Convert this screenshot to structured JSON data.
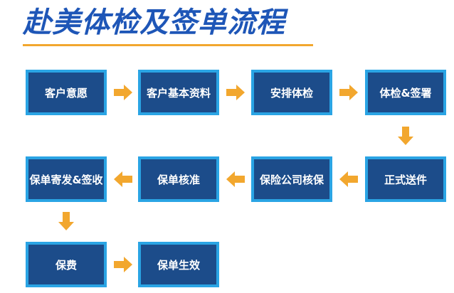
{
  "title": "赴美体检及签单流程",
  "colors": {
    "title": "#1e56b7",
    "accent": "#f2a72e",
    "box_fill": "#1c4c8a",
    "box_border": "#2aa4e4"
  },
  "steps": [
    {
      "label": "客户意愿"
    },
    {
      "label": "客户基本资料"
    },
    {
      "label": "安排体检"
    },
    {
      "label": "体检&签署"
    },
    {
      "label": "正式送件"
    },
    {
      "label": "保险公司核保"
    },
    {
      "label": "保单核准"
    },
    {
      "label": "保单寄发&签收"
    },
    {
      "label": "保费"
    },
    {
      "label": "保单生效"
    }
  ]
}
